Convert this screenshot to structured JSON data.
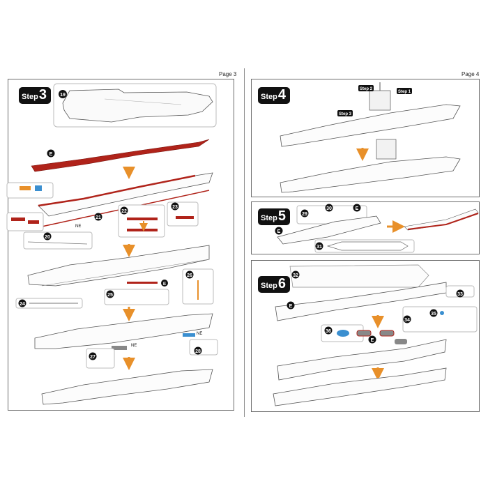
{
  "pages": [
    {
      "label": "Page 3"
    },
    {
      "label": "Page 4"
    }
  ],
  "steps": [
    {
      "word": "Step",
      "number": "3"
    },
    {
      "word": "Step",
      "number": "4"
    },
    {
      "word": "Step",
      "number": "5"
    },
    {
      "word": "Step",
      "number": "6"
    }
  ],
  "callouts": {
    "step4": [
      "Step 2",
      "Step 1",
      "Step 3"
    ]
  },
  "parts": {
    "page3": [
      "19",
      "E",
      "21",
      "22",
      "23",
      "20",
      "NE",
      "24",
      "25",
      "26",
      "NE",
      "27",
      "NE",
      "28"
    ],
    "page4": [
      "29",
      "30",
      "E",
      "E",
      "31",
      "32",
      "E",
      "33",
      "34",
      "35",
      "36",
      "E"
    ]
  },
  "colors": {
    "accent_red": "#b0231a",
    "arrow_orange": "#e8902a",
    "part_blue": "#3b8fd0",
    "part_green": "#2e9c5a"
  }
}
